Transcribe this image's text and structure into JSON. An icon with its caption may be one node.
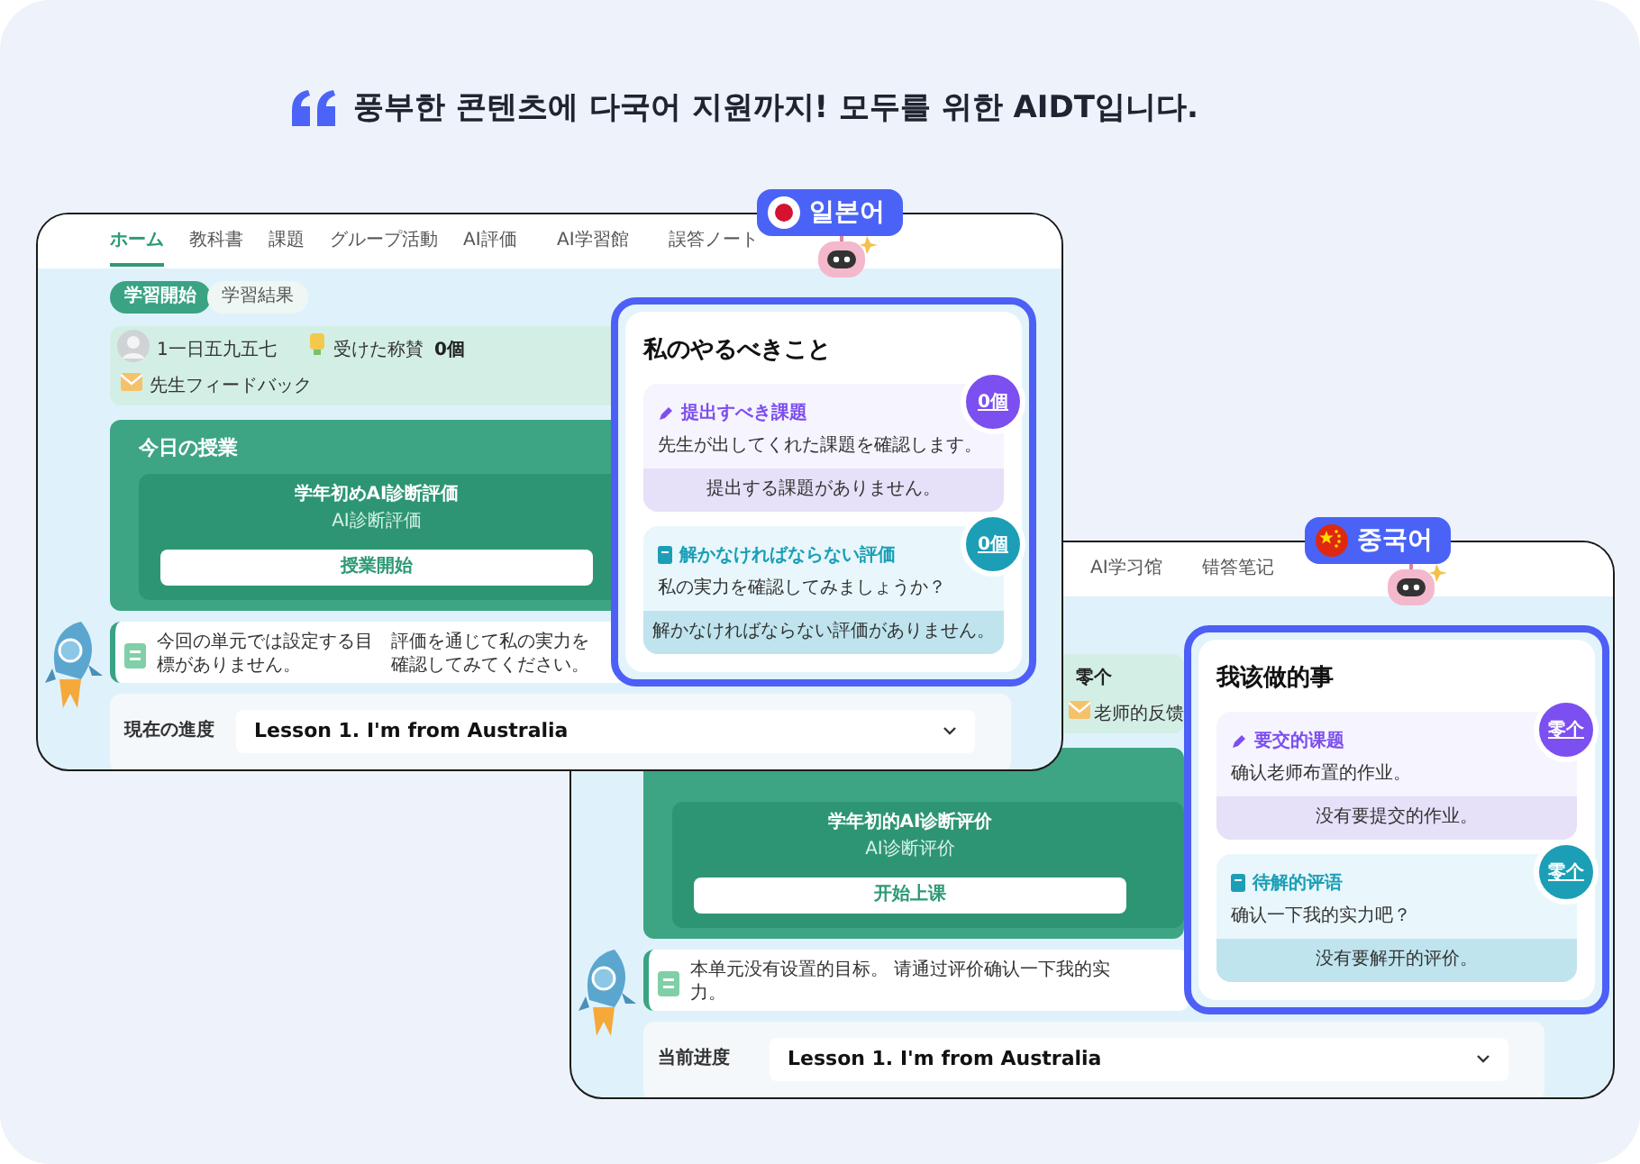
{
  "diagram": {
    "title": "풍부한 콘텐츠에 다국어 지원까지! 모두를 위한 AIDT입니다.",
    "nodes": [
      {
        "text": [
          "일본어"
        ]
      },
      {
        "text": [
          "私のやるべきこと"
        ],
        "in": 0
      },
      {
        "text": [
          "提出すべき課題",
          "先生が出してくれた課題を確認します。",
          "提出する課題がありません。",
          "0個"
        ],
        "in": 1
      },
      {
        "text": [
          "解かなければならない評価",
          "私の実力を確認してみましょうか？",
          "解かなければならない評価がありません。",
          "0個"
        ],
        "in": 1
      },
      {
        "text": [
          "중국어"
        ]
      },
      {
        "text": [
          "我该做的事"
        ],
        "in": 4
      },
      {
        "text": [
          "要交的课题",
          "确认老师布置的作业。",
          "没有要提交的作业。",
          "零个"
        ],
        "in": 5
      },
      {
        "text": [
          "待解的评语",
          "确认一下我的实力吧？",
          "没有要解开的评价。",
          "零个"
        ],
        "in": 5
      }
    ],
    "labels": [
      "ホーム",
      "教科書",
      "課題",
      "グループ活動",
      "AI評価",
      "AI学習館",
      "誤答ノート",
      "学習開始",
      "学習結果",
      "1一日五九五七",
      "受けた称賛",
      "0個",
      "先生フィードバック",
      "今日の授業",
      "学年初めAI診断評価",
      "AI診断評価",
      "授業開始",
      "今回の単元では設定する目標がありません。",
      "評価を通じて私の実力を確認してみてください。",
      "現在の進度",
      "Lesson 1. I'm from Australia",
      "AI学习馆",
      "错答笔记",
      "零个",
      "老师的反馈",
      "学年初的AI诊断评价",
      "AI诊断评价",
      "开始上课",
      "本单元没有设置的目标。 请通过评价确认一下我的实力。",
      "当前进度",
      "Lesson 1. I'm from Australia"
    ]
  }
}
